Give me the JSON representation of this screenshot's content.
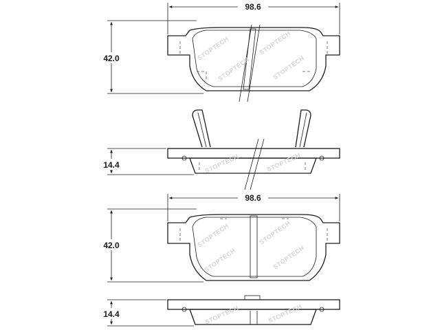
{
  "dimensions": {
    "top_width": "98.6",
    "top_height": "42.0",
    "top_thickness": "14.4",
    "bottom_width": "98.6",
    "bottom_height": "42.0",
    "bottom_thickness": "14.4"
  },
  "watermark": {
    "text": "STOPTECH"
  },
  "colors": {
    "line": "#1a1a1a",
    "watermark": "#d4d4d4"
  }
}
